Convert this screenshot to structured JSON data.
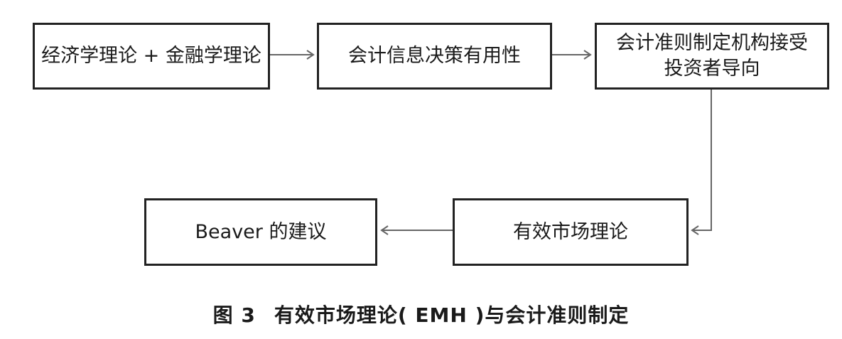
{
  "boxes": {
    "b1": "经济学理论 + 金融学理论",
    "b2": "会计信息决策有用性",
    "b3_line1": "会计准则制定机构接受",
    "b3_line2": "投资者导向",
    "b4": "有效市场理论",
    "b5": "Beaver 的建议"
  },
  "caption": {
    "number": "图 3",
    "title": "有效市场理论( EMH )与会计准则制定"
  },
  "colors": {
    "border": "#222222",
    "arrow": "#666666"
  }
}
